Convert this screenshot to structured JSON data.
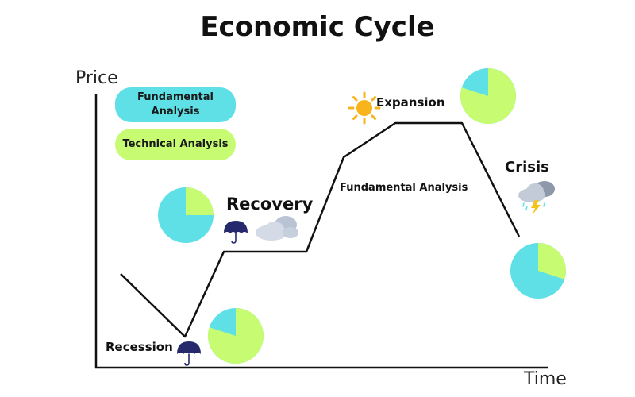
{
  "diagram": {
    "title": "Economic Cycle",
    "y_axis_label": "Price",
    "x_axis_label": "Time",
    "legend": {
      "fundamental": "Fundamental Analysis",
      "technical": "Technical Analysis"
    },
    "phases": {
      "recession": "Recession",
      "recovery": "Recovery",
      "expansion": "Expansion",
      "crisis": "Crisis"
    },
    "curve_label": "Fundamental Analysis",
    "colors": {
      "fundamental": "#5ee0e6",
      "technical": "#c6fb72",
      "line": "#111111",
      "umbrella": "#26296b",
      "sun": "#f7b41c",
      "cloud": "#b9c3d4",
      "lightning": "#f4c21b"
    },
    "icons": [
      "umbrella-icon",
      "cloud-icon",
      "sun-icon",
      "storm-cloud-icon"
    ],
    "pie_shares": {
      "recovery": {
        "fundamental": 0.75,
        "technical": 0.25
      },
      "recession": {
        "fundamental": 0.2,
        "technical": 0.8
      },
      "expansion": {
        "fundamental": 0.2,
        "technical": 0.8
      },
      "crisis": {
        "fundamental": 0.7,
        "technical": 0.3
      }
    }
  }
}
